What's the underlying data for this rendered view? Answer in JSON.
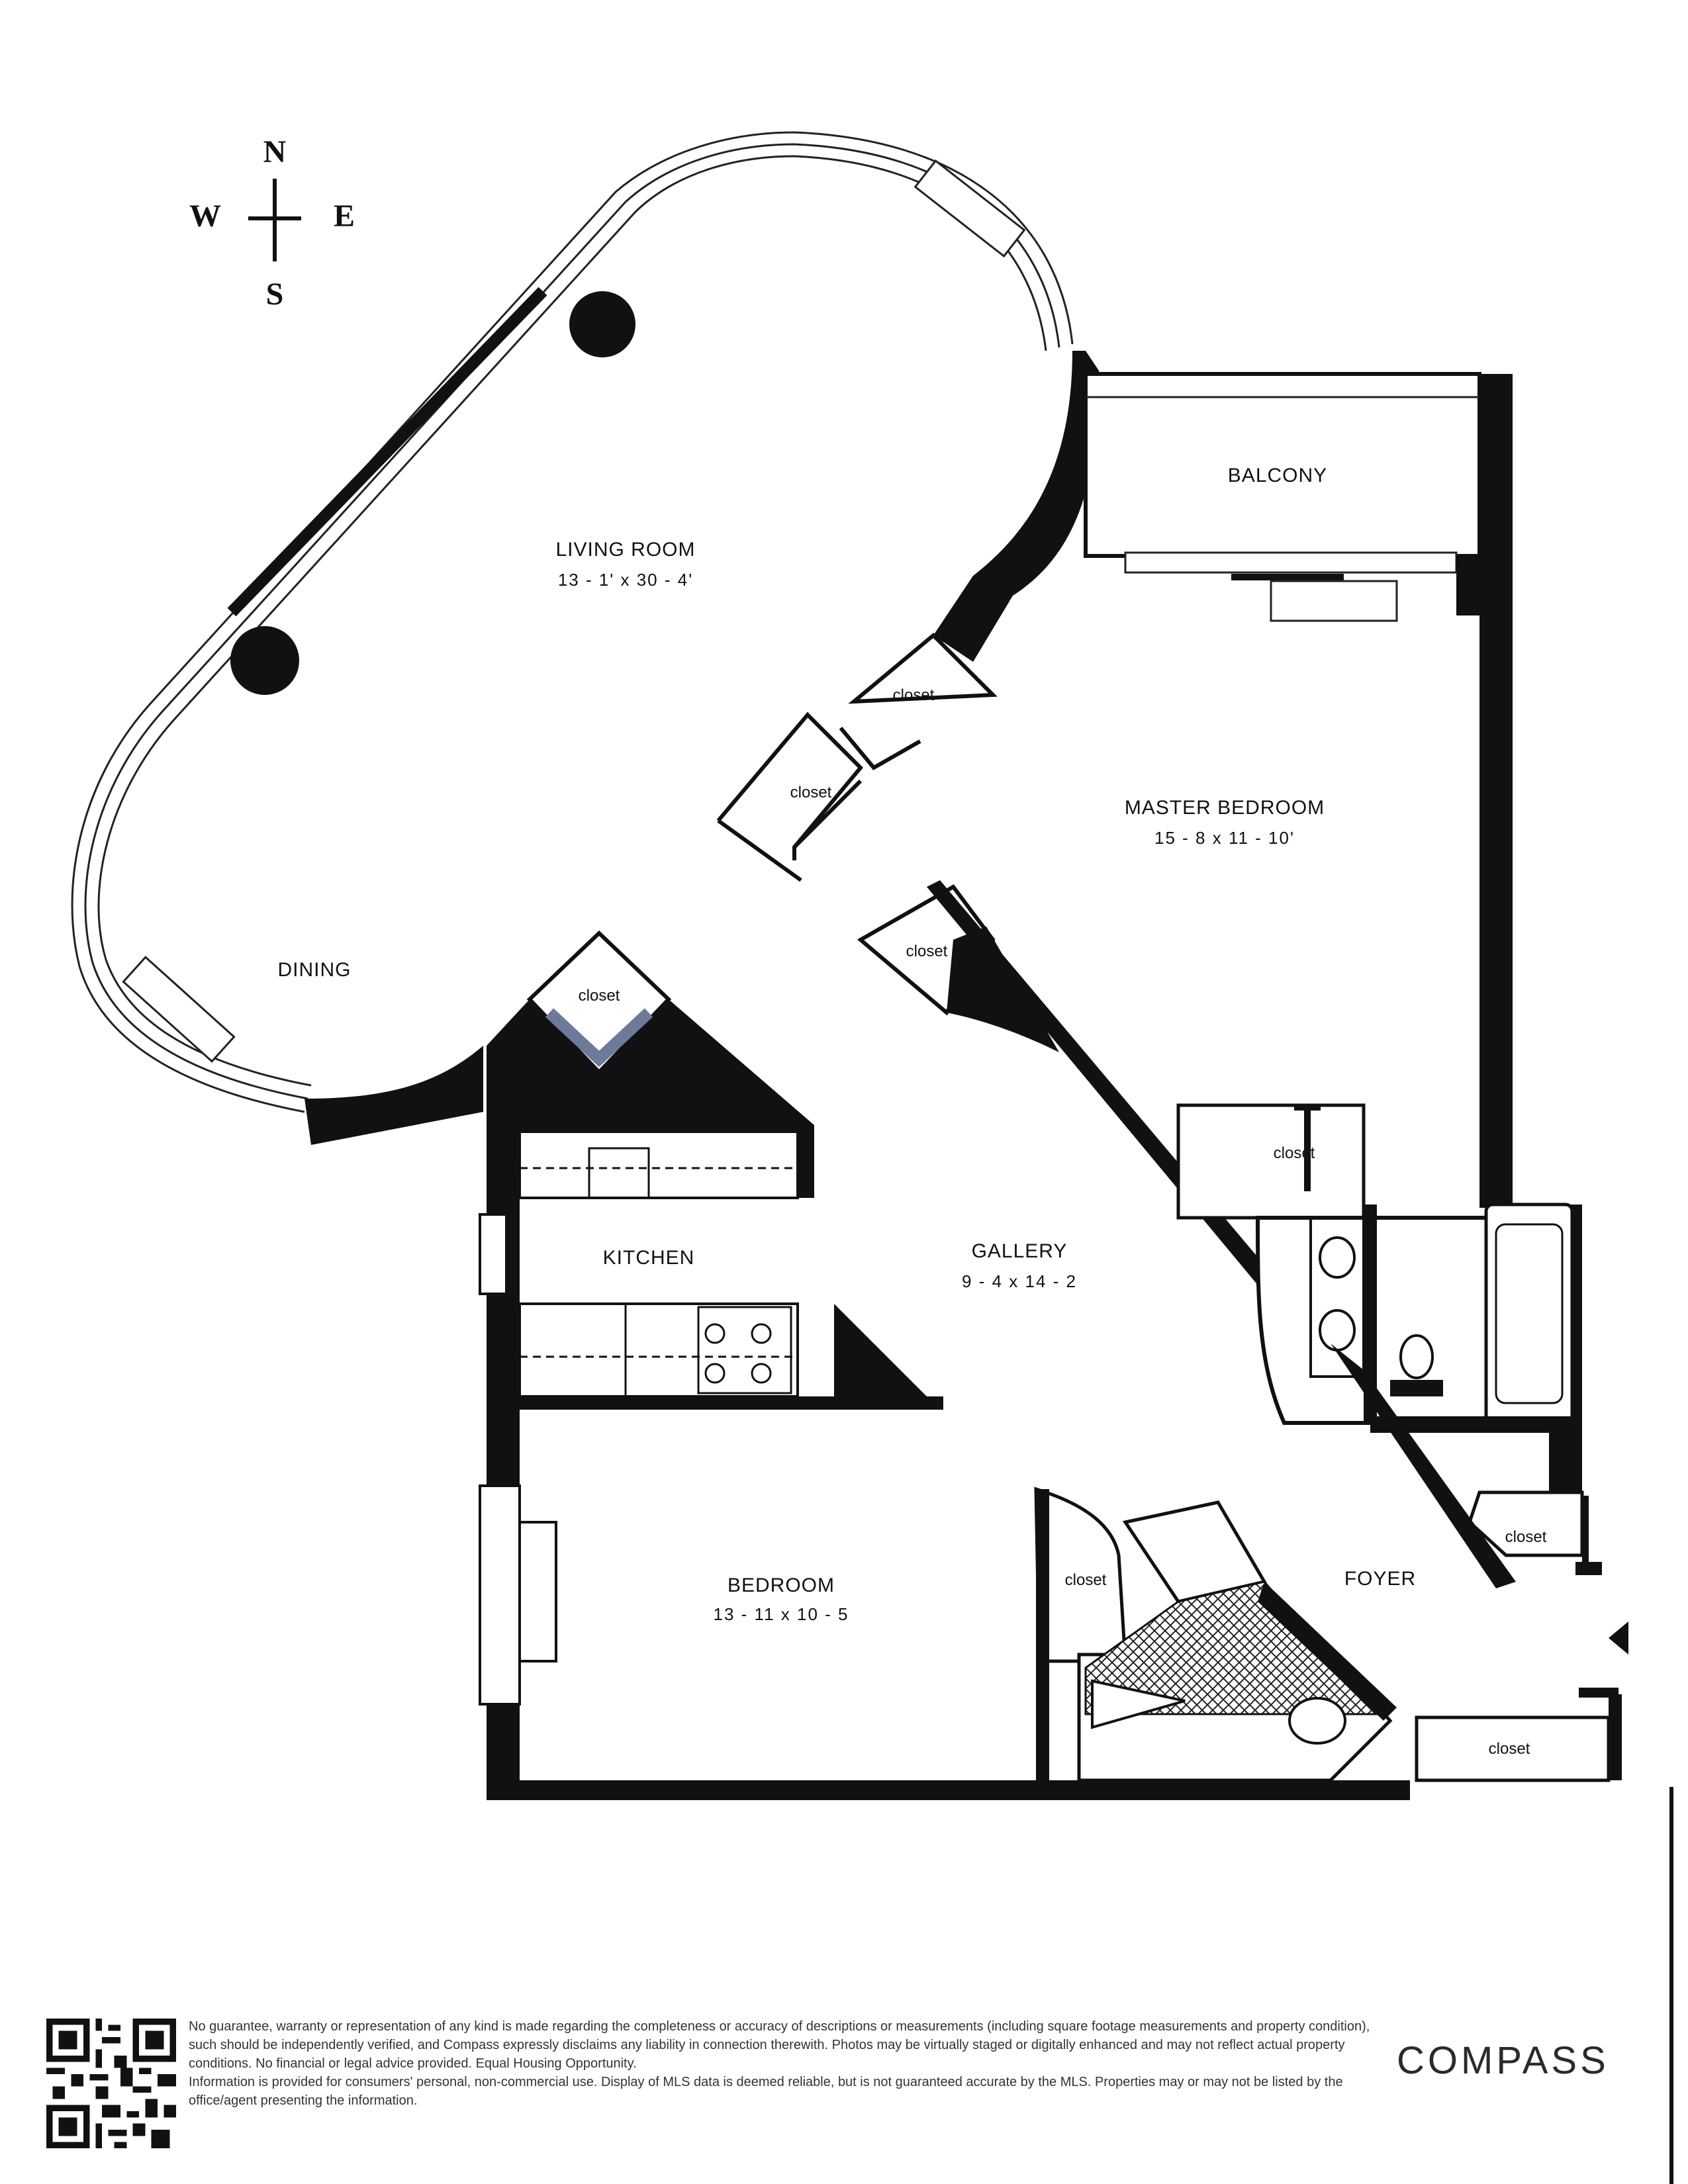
{
  "compass": {
    "n": "N",
    "s": "S",
    "e": "E",
    "w": "W"
  },
  "rooms": {
    "living_room": {
      "name": "LIVING ROOM",
      "dims": "13 - 1' x 30 - 4'"
    },
    "balcony": {
      "name": "BALCONY"
    },
    "master_bedroom": {
      "name": "MASTER BEDROOM",
      "dims": "15 - 8 x 11 - 10'"
    },
    "dining": {
      "name": "DINING"
    },
    "kitchen": {
      "name": "KITCHEN"
    },
    "gallery": {
      "name": "GALLERY",
      "dims": "9 - 4 x 14 - 2"
    },
    "bedroom": {
      "name": "BEDROOM",
      "dims": "13 - 11 x 10 - 5"
    },
    "foyer": {
      "name": "FOYER"
    }
  },
  "closets": {
    "label": "closet"
  },
  "footer": {
    "disclaimer": "No guarantee, warranty or representation of any kind is made regarding the completeness or accuracy of descriptions or measurements (including square footage measurements and property condition), such should be independently verified, and Compass expressly disclaims any liability in connection therewith. Photos may be virtually staged or digitally enhanced and may not reflect actual property conditions. No financial or legal advice provided. Equal Housing Opportunity.",
    "mls_note": "Information is provided for consumers' personal, non-commercial use. Display of MLS data is deemed reliable, but is not guaranteed accurate by the MLS. Properties may or may not be listed by the office/agent presenting the information.",
    "brand": "COMPASS"
  },
  "icons": [
    "compass-rose-icon",
    "qr-code-icon",
    "entry-arrow-icon"
  ]
}
